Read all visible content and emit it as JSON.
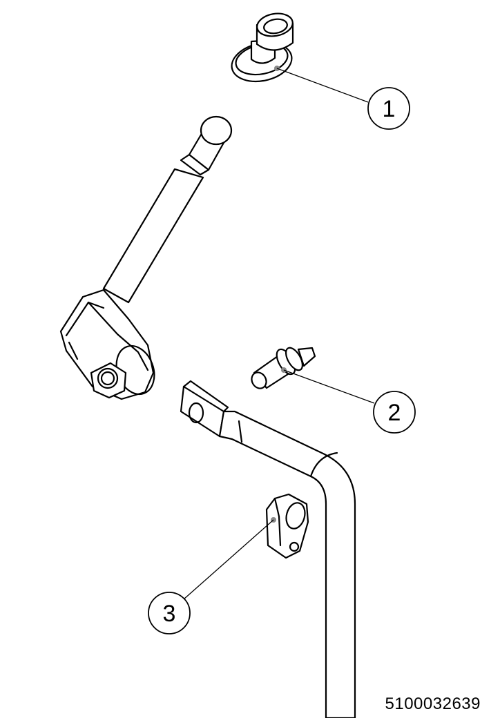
{
  "callouts": [
    {
      "label": "1",
      "part": "cap-bushing"
    },
    {
      "label": "2",
      "part": "pin"
    },
    {
      "label": "3",
      "part": "clamp"
    }
  ],
  "document_number": "5100032639",
  "colors": {
    "line": "#000000",
    "background": "#ffffff",
    "leader_dot": "#888888"
  }
}
